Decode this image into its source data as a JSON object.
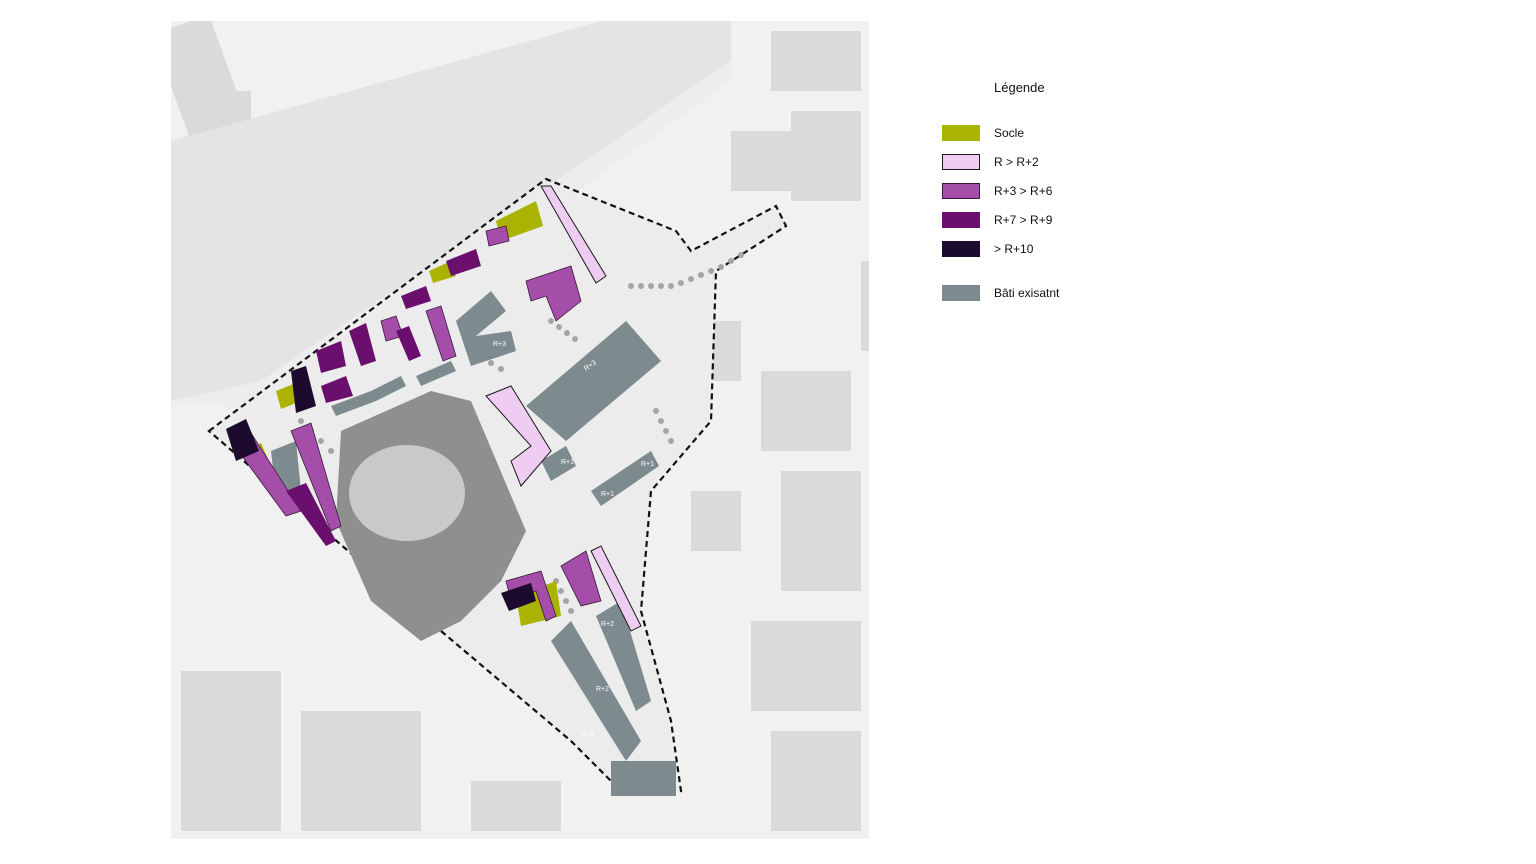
{
  "legend": {
    "title": "Légende",
    "items": [
      {
        "label": "Socle",
        "color": "#a9b300",
        "border": "none"
      },
      {
        "label": "R > R+2",
        "color": "#efcdf3",
        "border": "#1a1a1a"
      },
      {
        "label": "R+3 > R+6",
        "color": "#a44ea9",
        "border": "#3a1a3a"
      },
      {
        "label": "R+7 > R+9",
        "color": "#6b0f6e",
        "border": "none"
      },
      {
        "label": "> R+10",
        "color": "#1c0b2e",
        "border": "none"
      },
      {
        "label": "Bâti exisatnt",
        "color": "#7d8a8e",
        "border": "none"
      }
    ]
  },
  "map": {
    "building_labels": [
      "R+3",
      "R+3",
      "R+1",
      "R+1",
      "R+1",
      "R+2",
      "R+2",
      "R+3"
    ]
  }
}
